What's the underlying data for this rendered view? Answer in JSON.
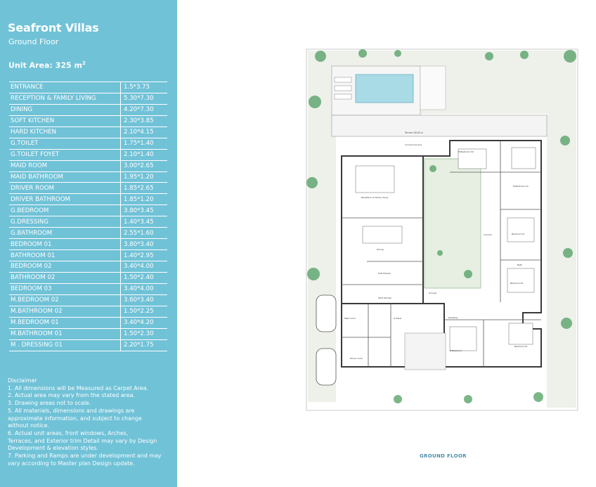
{
  "header": {
    "title": "Seafront Villas",
    "subtitle": "Ground Floor",
    "unit_area_label": "Unit Area: 325 m",
    "unit_area_sup": "2"
  },
  "rooms": [
    {
      "name": "ENTRANCE",
      "dim": "1.5*3.75"
    },
    {
      "name": "RECEPTION & FAMILY LIVING",
      "dim": "5.30*7.30"
    },
    {
      "name": "DINING",
      "dim": "4.20*7.30"
    },
    {
      "name": "SOFT KITCHEN",
      "dim": "2.30*3.85"
    },
    {
      "name": "HARD KITCHEN",
      "dim": "2.10*4.15"
    },
    {
      "name": "G.TOILET",
      "dim": "1.75*1.40"
    },
    {
      "name": "G.TOILET FOYET",
      "dim": "2.10*1.40"
    },
    {
      "name": "MAID ROOM",
      "dim": "3.00*2.65"
    },
    {
      "name": "MAID BATHROOM",
      "dim": "1.95*1.20"
    },
    {
      "name": "DRIVER ROOM",
      "dim": "1.85*2.65"
    },
    {
      "name": "DRIVER BATHROOM",
      "dim": "1.85*1.20"
    },
    {
      "name": "G.BEDROOM",
      "dim": "3.80*3.45"
    },
    {
      "name": "G.DRESSING",
      "dim": "1.40*3.45"
    },
    {
      "name": "G.BATHROOM",
      "dim": "2.55*1.60"
    },
    {
      "name": "BEDROOM 01",
      "dim": "3.80*3.40"
    },
    {
      "name": "BATHROOM 01",
      "dim": "1.40*2.95"
    },
    {
      "name": "BEDROOM 02",
      "dim": "3.40*4.00"
    },
    {
      "name": "BATHROOM 02",
      "dim": "1.50*2.40"
    },
    {
      "name": "BEDROOM 03",
      "dim": "3.40*4.00"
    },
    {
      "name": "M.BEDROOM 02",
      "dim": "3.60*3.40"
    },
    {
      "name": "M.BATHROOM 02",
      "dim": "1.50*2.25"
    },
    {
      "name": "M.BEDROOM 01",
      "dim": "3.40*4.20"
    },
    {
      "name": "M.BATHROOM 01",
      "dim": "1.50*2.30"
    },
    {
      "name": "M . DRESSING 01",
      "dim": "2.20*1.75"
    }
  ],
  "disclaimer": {
    "heading": "Disclaimer",
    "lines": [
      "1. All dimensions will be Measured as Carpet Area.",
      "2. Actual area may vary from the stated area.",
      "3. Drawing areas not to scale.",
      "5. All materials, dimensions and drawings are",
      "approximate information, and subject to change",
      "without notice.",
      "6. Actual unit areas, front windows, Arches,",
      "Terraces, and Exterior trim Detail may vary by Design",
      "Development & elevation styles.",
      "7. Parking and Ramps are under development and may",
      "vary according to Master plan Design update."
    ]
  },
  "plan": {
    "caption": "GROUND FLOOR",
    "labels": {
      "terrace": "Terrace 28.00 m",
      "covered_terrace": "Covered terrace",
      "reception": "Reception & Family living",
      "dining": "Dining",
      "soft_kitchen": "Soft Kitchen",
      "hard_kitchen": "Hard Kitchen",
      "corridor": "Corridor",
      "foyer": "G.Foyer",
      "maid_room": "Maid room",
      "driver_room": "Driver room",
      "g_toilet": "G.Toilet",
      "g_bedroom": "G.Bedroom",
      "dressing": "Dressing",
      "m_bedroom_02": "M.Bedroom 02",
      "m_bedroom_01": "M.Bedroom 01",
      "bedroom_01": "Bedroom 01",
      "bedroom_02": "Bedroom 02",
      "bedroom_03": "Bedroom 03",
      "bath": "Bath"
    },
    "colors": {
      "wall": "#3a3a3a",
      "pool": "#a8dbe6",
      "greenery": "#4f9e62",
      "garden": "#e9ece6"
    }
  }
}
